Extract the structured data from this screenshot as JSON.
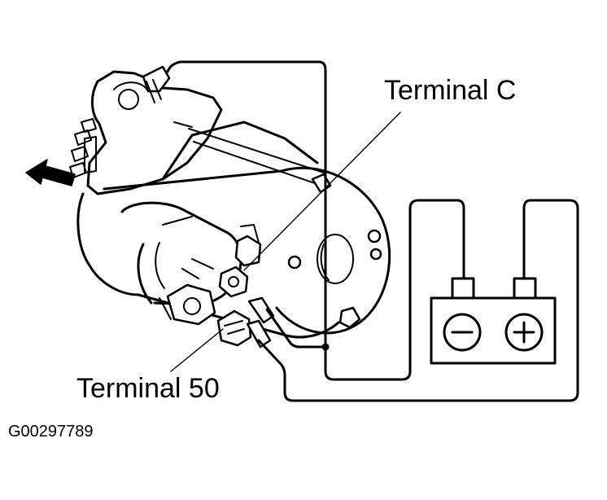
{
  "labels": {
    "terminal_c": "Terminal C",
    "terminal_50": "Terminal 50",
    "figure_id": "G00297789"
  },
  "battery": {
    "negative_symbol": "−",
    "positive_symbol": "+"
  },
  "icons": [
    "direction-arrow-icon",
    "starter-motor-illustration",
    "battery-icon"
  ],
  "colors": {
    "ink": "#000000",
    "background": "#ffffff"
  }
}
